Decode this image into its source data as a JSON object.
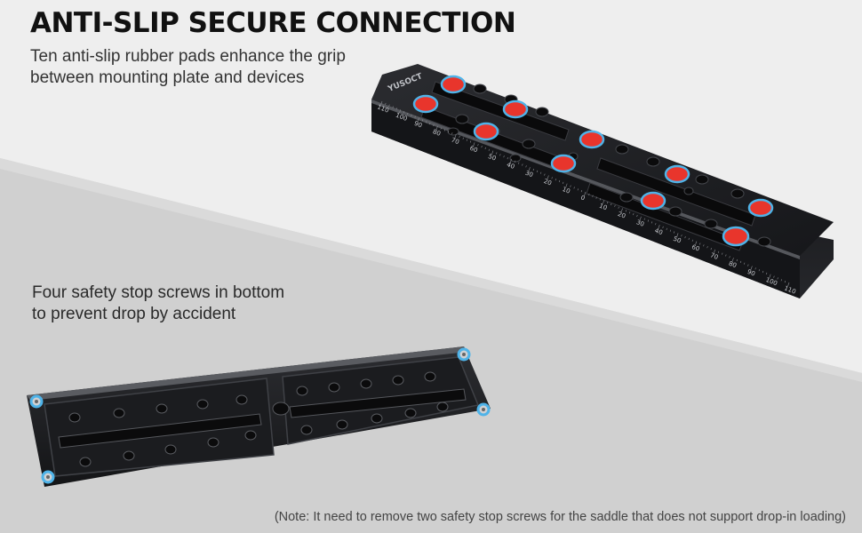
{
  "headline": "ANTI-SLIP SECURE CONNECTION",
  "top_copy": [
    "Ten anti-slip rubber pads enhance the grip",
    "between mounting plate and devices"
  ],
  "mid_copy": [
    "Four safety stop screws in bottom",
    "to prevent drop by accident"
  ],
  "note": "(Note: It need to remove two safety stop screws for the saddle that does not support drop-in loading)",
  "plate_brand": "YUSOCT",
  "ruler_labels": [
    "110",
    "100",
    "90",
    "80",
    "70",
    "60",
    "50",
    "40",
    "30",
    "20",
    "10",
    "0",
    "10",
    "20",
    "30",
    "40",
    "50",
    "60",
    "70",
    "80",
    "90",
    "100",
    "110"
  ],
  "colors": {
    "pad_red": "#e8352c",
    "pad_ring": "#4fb3e8",
    "plate": "#1d1e21",
    "bg_light": "#ececec",
    "bg_band": "#d2d2d2"
  },
  "pad_count": 10,
  "stop_screw_count": 4
}
